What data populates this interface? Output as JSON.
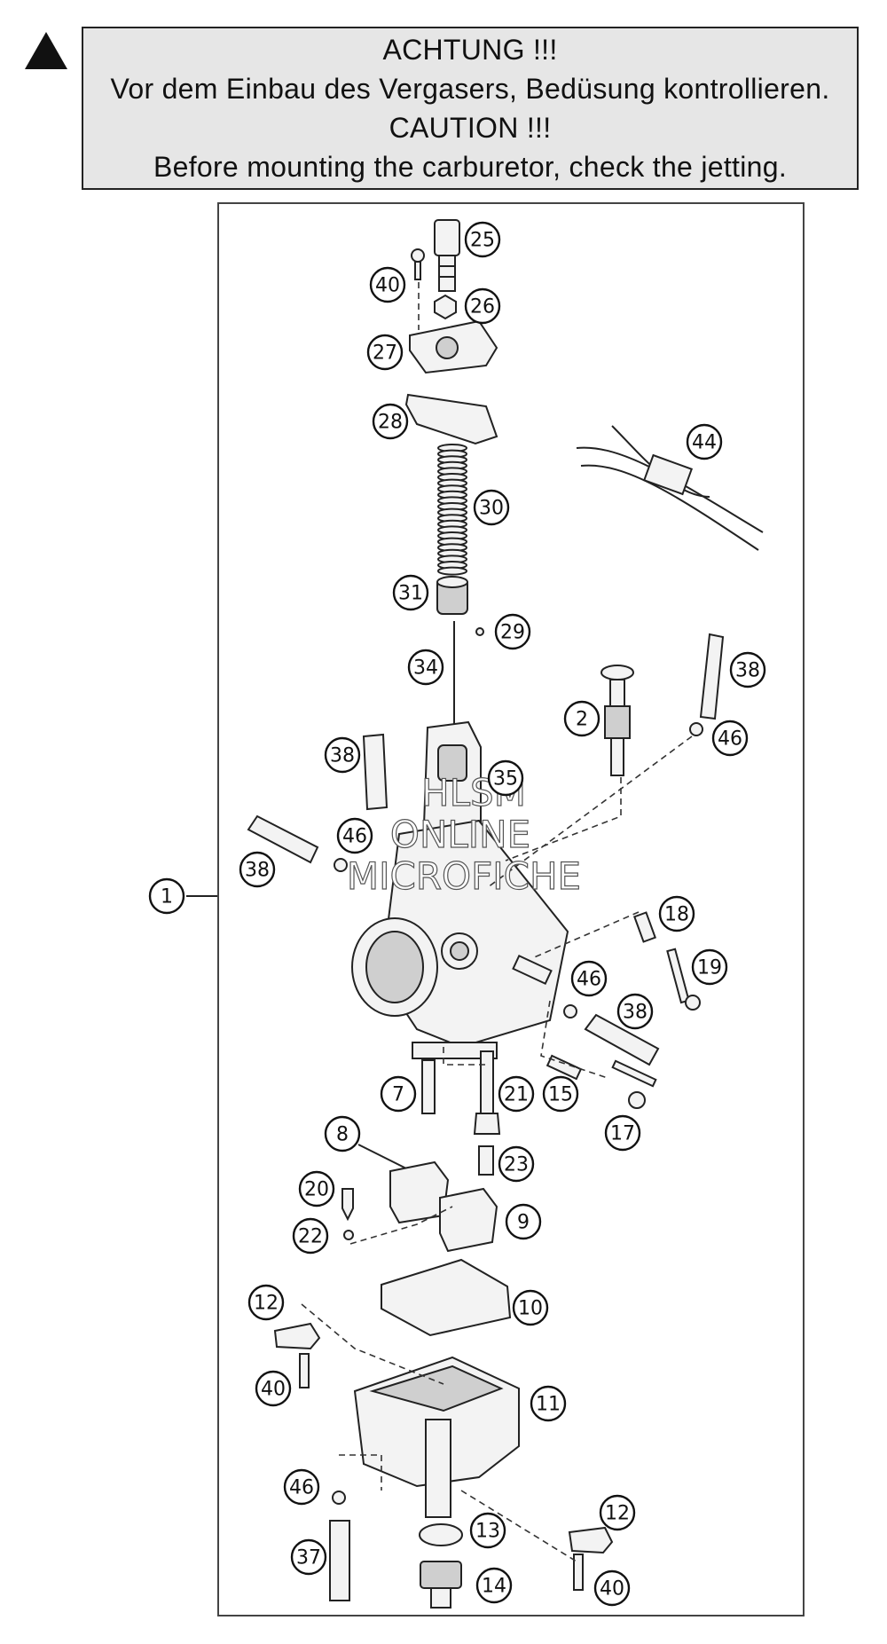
{
  "warning": {
    "line1": "ACHTUNG !!!",
    "line2": "Vor dem Einbau des Vergasers, Bedüsung kontrollieren.",
    "line3": "CAUTION !!!",
    "line4": "Before mounting the carburetor, check the jetting."
  },
  "watermark": {
    "line1": "HLSM",
    "line2": "ONLINE",
    "line3": "MICROFICHE"
  },
  "callouts": [
    {
      "id": "c1",
      "label": "1"
    },
    {
      "id": "c25",
      "label": "25"
    },
    {
      "id": "c40a",
      "label": "40"
    },
    {
      "id": "c26",
      "label": "26"
    },
    {
      "id": "c27",
      "label": "27"
    },
    {
      "id": "c28",
      "label": "28"
    },
    {
      "id": "c44",
      "label": "44"
    },
    {
      "id": "c30",
      "label": "30"
    },
    {
      "id": "c31",
      "label": "31"
    },
    {
      "id": "c29",
      "label": "29"
    },
    {
      "id": "c34",
      "label": "34"
    },
    {
      "id": "c38a",
      "label": "38"
    },
    {
      "id": "c2",
      "label": "2"
    },
    {
      "id": "c46a",
      "label": "46"
    },
    {
      "id": "c38b",
      "label": "38"
    },
    {
      "id": "c35",
      "label": "35"
    },
    {
      "id": "c46b",
      "label": "46"
    },
    {
      "id": "c38c",
      "label": "38"
    },
    {
      "id": "c18",
      "label": "18"
    },
    {
      "id": "c19",
      "label": "19"
    },
    {
      "id": "c46c",
      "label": "46"
    },
    {
      "id": "c38d",
      "label": "38"
    },
    {
      "id": "c7",
      "label": "7"
    },
    {
      "id": "c21",
      "label": "21"
    },
    {
      "id": "c15",
      "label": "15"
    },
    {
      "id": "c17",
      "label": "17"
    },
    {
      "id": "c8",
      "label": "8"
    },
    {
      "id": "c23",
      "label": "23"
    },
    {
      "id": "c20",
      "label": "20"
    },
    {
      "id": "c9",
      "label": "9"
    },
    {
      "id": "c22",
      "label": "22"
    },
    {
      "id": "c10",
      "label": "10"
    },
    {
      "id": "c12a",
      "label": "12"
    },
    {
      "id": "c40b",
      "label": "40"
    },
    {
      "id": "c11",
      "label": "11"
    },
    {
      "id": "c46d",
      "label": "46"
    },
    {
      "id": "c12b",
      "label": "12"
    },
    {
      "id": "c13",
      "label": "13"
    },
    {
      "id": "c37",
      "label": "37"
    },
    {
      "id": "c14",
      "label": "14"
    },
    {
      "id": "c40c",
      "label": "40"
    }
  ]
}
